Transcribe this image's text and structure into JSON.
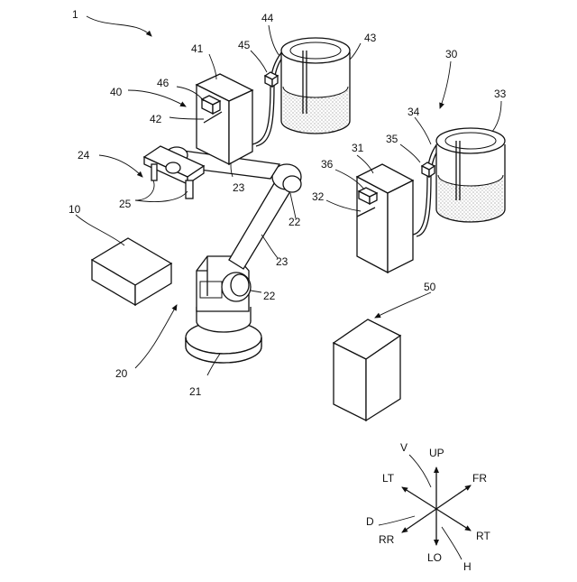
{
  "labels": {
    "system": "1",
    "box10": "10",
    "robot": "20",
    "base": "21",
    "joint_upper": "22",
    "joint_lower": "22",
    "arm_upper": "23",
    "arm_lower": "23",
    "hand": "24",
    "fingers": "25",
    "unit30": "30",
    "unit30_body": "31",
    "unit30_nozzle": "32",
    "unit30_tank": "33",
    "unit30_tube": "34",
    "unit30_sensor": "35",
    "unit30_head": "36",
    "unit40": "40",
    "unit40_body": "41",
    "unit40_nozzle": "42",
    "unit40_tank": "43",
    "unit40_tube": "44",
    "unit40_sensor": "45",
    "unit40_head": "46",
    "box50": "50"
  },
  "axes": {
    "up": "UP",
    "lo": "LO",
    "fr": "FR",
    "rr": "RR",
    "lt": "LT",
    "rt": "RT",
    "v": "V",
    "d": "D",
    "h": "H"
  }
}
